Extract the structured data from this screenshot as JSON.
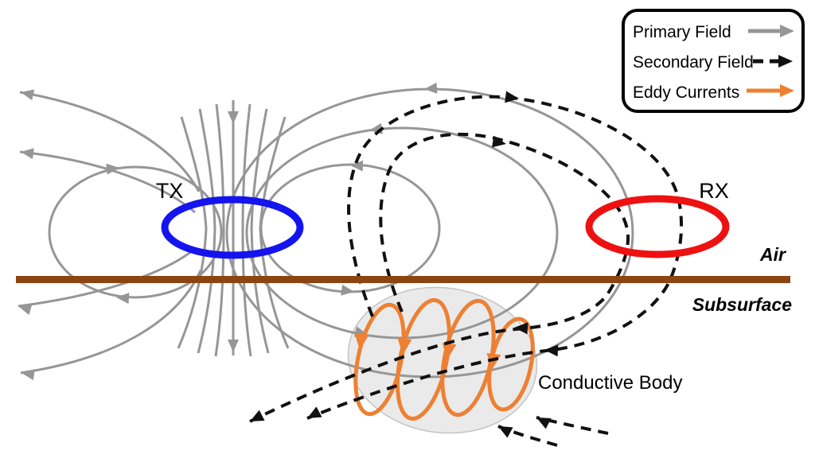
{
  "diagram": {
    "tx_label": "TX",
    "rx_label": "RX",
    "air_label": "Air",
    "subsurface_label": "Subsurface",
    "conductive_body_label": "Conductive Body"
  },
  "legend": {
    "items": [
      {
        "label": "Primary Field",
        "line_style": "solid",
        "color": "#969696"
      },
      {
        "label": "Secondary Field",
        "line_style": "dashed",
        "color": "#111111"
      },
      {
        "label": "Eddy Currents",
        "line_style": "solid",
        "color": "#ED8033"
      }
    ]
  },
  "colors": {
    "primary_field": "#969696",
    "secondary_field": "#111111",
    "eddy_currents": "#ED8033",
    "tx_coil": "#1414EE",
    "rx_coil": "#EE1111",
    "ground_line": "#8B4513",
    "conductive_body_fill": "#EAEAEA",
    "conductive_body_stroke": "#C4C4C4",
    "legend_border": "#000000",
    "text": "#000000"
  }
}
